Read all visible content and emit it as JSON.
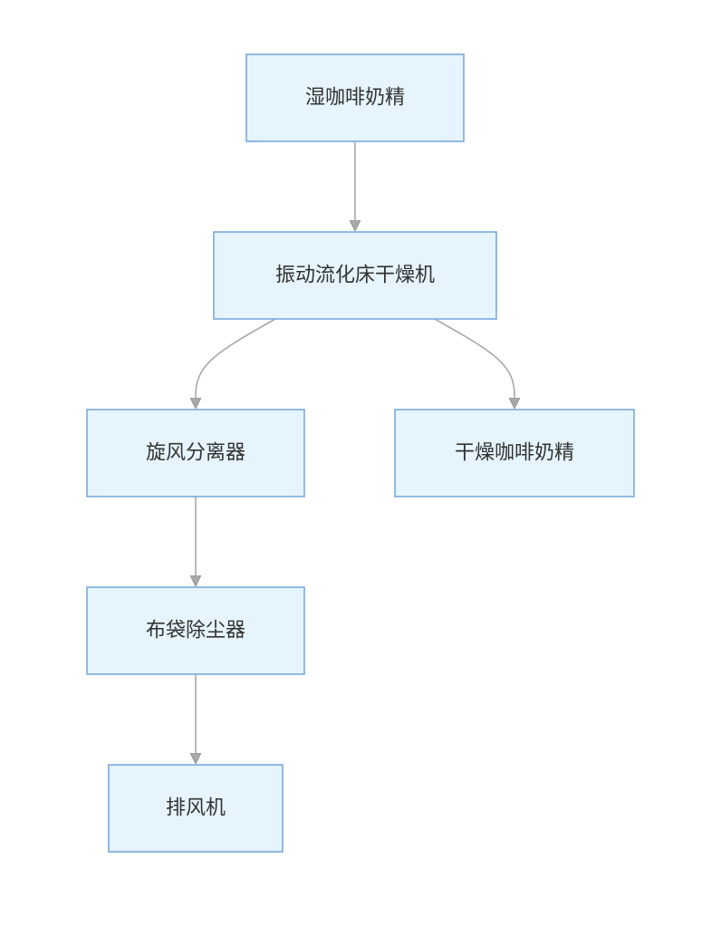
{
  "diagram": {
    "nodes": [
      {
        "id": "wet_creamer",
        "label": "湿咖啡奶精"
      },
      {
        "id": "fluid_bed_dryer",
        "label": "振动流化床干燥机"
      },
      {
        "id": "cyclone",
        "label": "旋风分离器"
      },
      {
        "id": "dry_creamer",
        "label": "干燥咖啡奶精"
      },
      {
        "id": "bag_filter",
        "label": "布袋除尘器"
      },
      {
        "id": "exhaust_fan",
        "label": "排风机"
      }
    ],
    "edges": [
      {
        "from": "wet_creamer",
        "to": "fluid_bed_dryer"
      },
      {
        "from": "fluid_bed_dryer",
        "to": "cyclone"
      },
      {
        "from": "fluid_bed_dryer",
        "to": "dry_creamer"
      },
      {
        "from": "cyclone",
        "to": "bag_filter"
      },
      {
        "from": "bag_filter",
        "to": "exhaust_fan"
      }
    ]
  }
}
